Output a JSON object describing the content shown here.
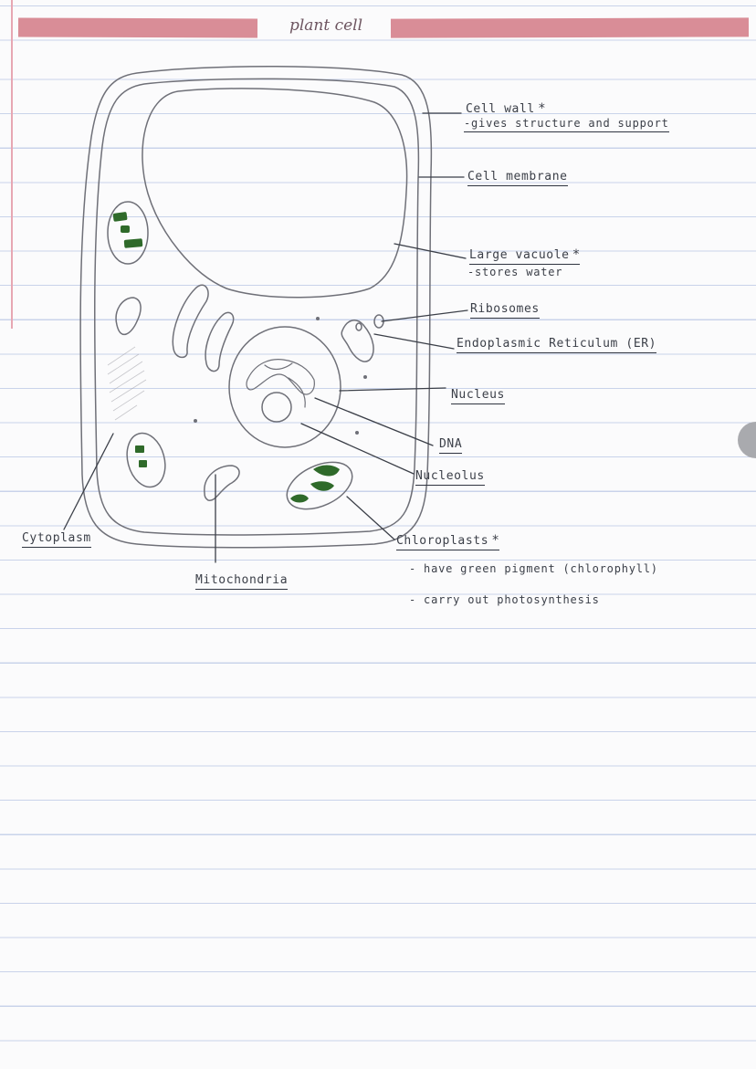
{
  "title": "plant cell",
  "labels": {
    "cell_wall": "Cell wall",
    "cell_wall_note": "-gives structure and support",
    "cell_membrane": "Cell membrane",
    "large_vacuole": "Large vacuole",
    "large_vacuole_note": "-stores water",
    "ribosomes": "Ribosomes",
    "er": "Endoplasmic Reticulum (ER)",
    "nucleus": "Nucleus",
    "dna": "DNA",
    "nucleolus": "Nucleolus",
    "cytoplasm": "Cytoplasm",
    "mitochondria": "Mitochondria",
    "chloroplasts": "Chloroplasts",
    "chloroplasts_note_1": "- have green pigment (chlorophyll)",
    "chloroplasts_note_2": "- carry out photosynthesis"
  },
  "key_marker": "*",
  "colors": {
    "banner": "#d98d97",
    "ink": "#3b3f48",
    "pencil": "#6f7078",
    "chlorophyll": "#2f6a2a",
    "ruled_lines": "#c9d3ea"
  }
}
